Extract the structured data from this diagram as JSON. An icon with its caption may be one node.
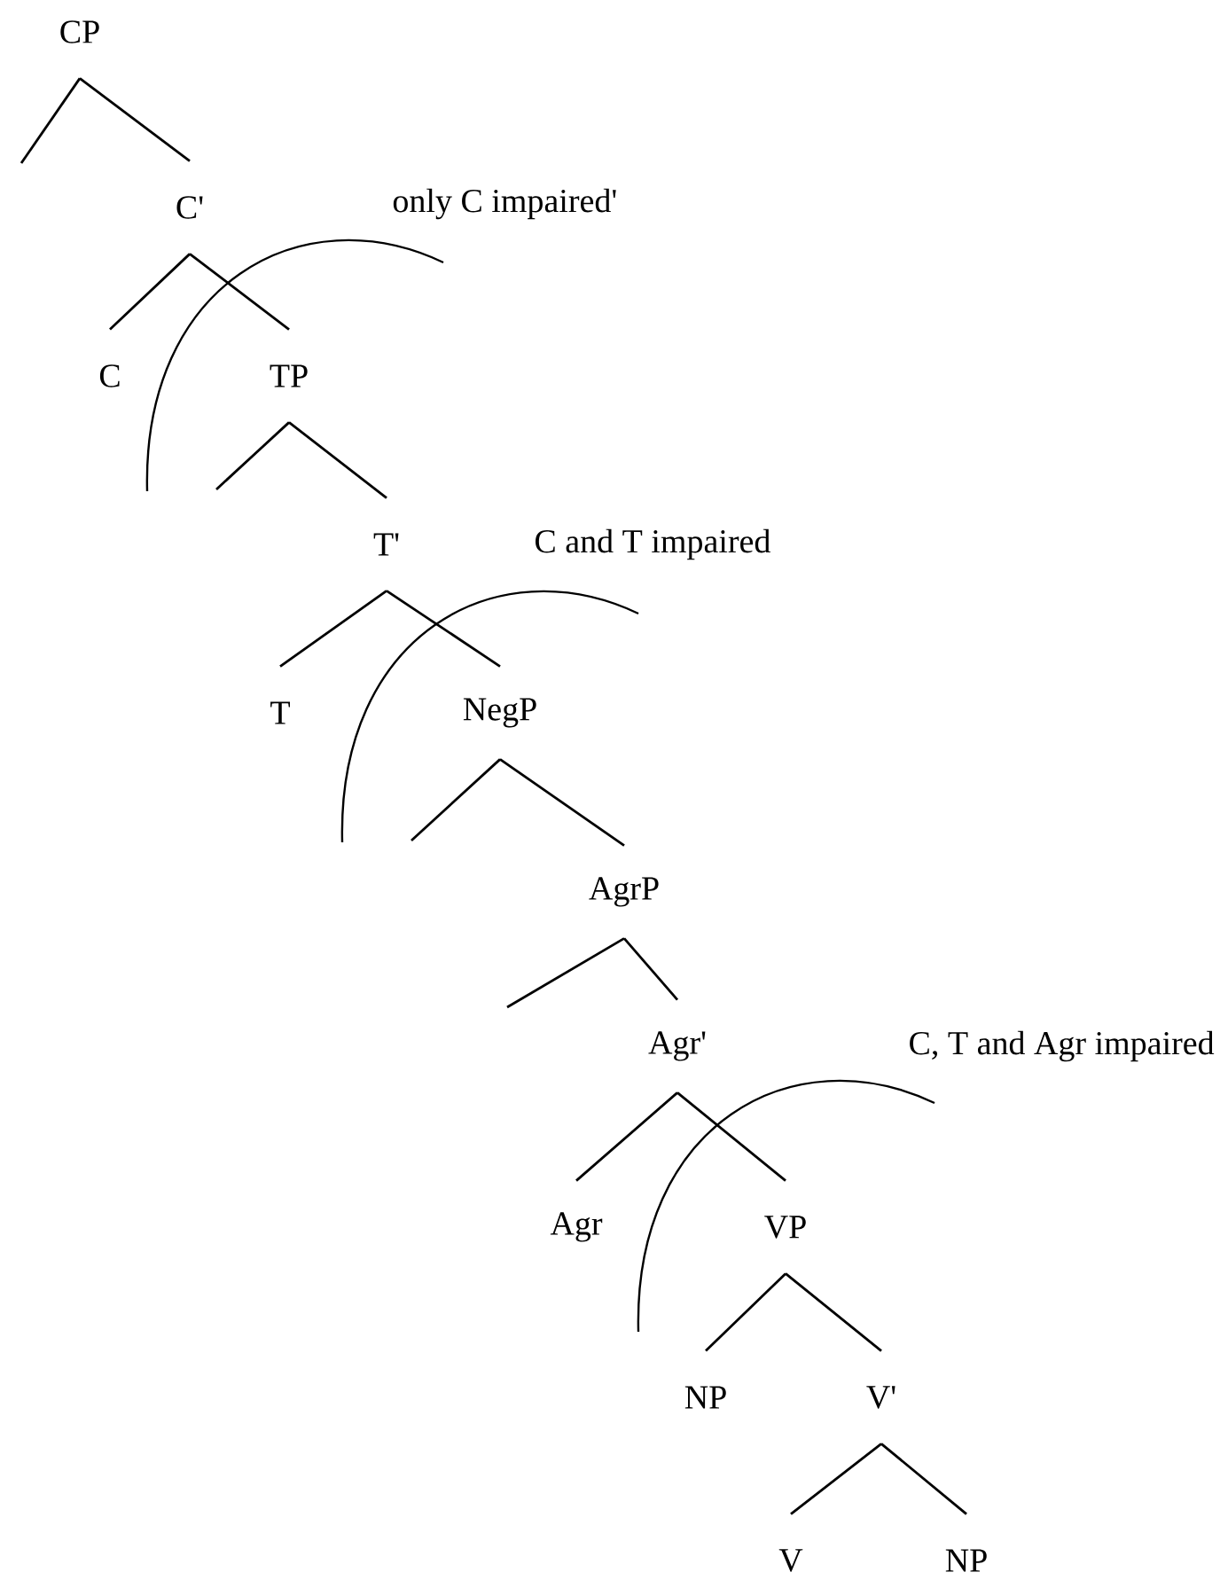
{
  "diagram": {
    "nodes": [
      {
        "text": [
          "CP"
        ]
      },
      {
        "text": [
          "C'"
        ]
      },
      {
        "text": [
          "C"
        ]
      },
      {
        "text": [
          "TP"
        ]
      },
      {
        "text": [
          "T'"
        ]
      },
      {
        "text": [
          "T"
        ]
      },
      {
        "text": [
          "NegP"
        ]
      },
      {
        "text": [
          "AgrP"
        ]
      },
      {
        "text": [
          "Agr'"
        ]
      },
      {
        "text": [
          "Agr"
        ]
      },
      {
        "text": [
          "VP"
        ]
      },
      {
        "text": [
          "NP"
        ]
      },
      {
        "text": [
          "V'"
        ]
      },
      {
        "text": [
          "V"
        ]
      },
      {
        "text": [
          "NP"
        ]
      }
    ],
    "edges": [
      {
        "from": 0,
        "to": null,
        "arrow": "none"
      },
      {
        "from": 0,
        "to": 1,
        "arrow": "none"
      },
      {
        "from": 1,
        "to": 2,
        "arrow": "none"
      },
      {
        "from": 1,
        "to": 3,
        "arrow": "none"
      },
      {
        "from": 3,
        "to": null,
        "arrow": "none"
      },
      {
        "from": 3,
        "to": 4,
        "arrow": "none"
      },
      {
        "from": 4,
        "to": 5,
        "arrow": "none"
      },
      {
        "from": 4,
        "to": 6,
        "arrow": "none"
      },
      {
        "from": 6,
        "to": null,
        "arrow": "none"
      },
      {
        "from": 6,
        "to": 7,
        "arrow": "none"
      },
      {
        "from": 7,
        "to": null,
        "arrow": "none"
      },
      {
        "from": 7,
        "to": 8,
        "arrow": "none"
      },
      {
        "from": 8,
        "to": 9,
        "arrow": "none"
      },
      {
        "from": 8,
        "to": 10,
        "arrow": "none"
      },
      {
        "from": 10,
        "to": 11,
        "arrow": "none"
      },
      {
        "from": 10,
        "to": 12,
        "arrow": "none"
      },
      {
        "from": 12,
        "to": 13,
        "arrow": "none"
      },
      {
        "from": 12,
        "to": 14,
        "arrow": "none"
      }
    ],
    "labels": [
      "only C impaired'",
      "C and T impaired",
      "C, T and Agr impaired"
    ]
  }
}
